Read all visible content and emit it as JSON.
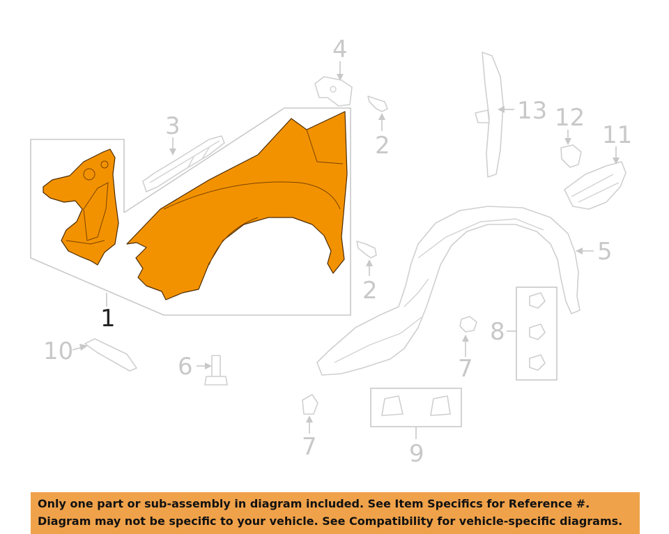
{
  "callouts": {
    "c1": "1",
    "c2a": "2",
    "c2b": "2",
    "c3": "3",
    "c4": "4",
    "c5": "5",
    "c6": "6",
    "c7a": "7",
    "c7b": "7",
    "c8": "8",
    "c9": "9",
    "c10": "10",
    "c11": "11",
    "c12": "12",
    "c13": "13"
  },
  "colors": {
    "highlight": "#F39200",
    "banner": "#F0A24A",
    "ghost": "#c8c8c8"
  },
  "banner": {
    "line1": "Only one part or sub-assembly in diagram included. See Item Specifics for Reference #.",
    "line2": "Diagram may not be specific to your vehicle. See Compatibility for vehicle-specific diagrams."
  }
}
